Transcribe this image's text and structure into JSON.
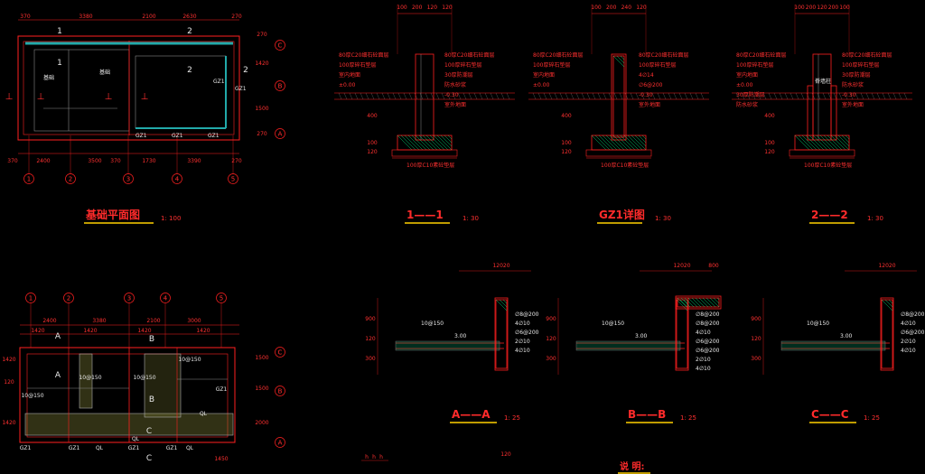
{
  "colors": {
    "background": "#000000",
    "line": "#ff2020",
    "accent_wall": "#22aaaa",
    "underline": "#ffd000",
    "text": "#ff3030",
    "hatch": "#00ff88"
  },
  "plan_top": {
    "title": "基础平面图",
    "scale": "1: 100",
    "top_dims": [
      "370",
      "3380",
      "2100",
      "2630",
      "270"
    ],
    "bottom_dims": [
      "370",
      "2400",
      "3500",
      "370",
      "1730",
      "3390",
      "270"
    ],
    "axes_bottom": [
      "1",
      "2",
      "3",
      "4",
      "5"
    ],
    "axes_right": [
      "C",
      "B",
      "A"
    ],
    "right_dims": [
      "270",
      "1420",
      "1500",
      "270"
    ],
    "labels": [
      "基础",
      "基础",
      "GZ1",
      "GZ1",
      "GZ1",
      "GZ1",
      "GZ1"
    ],
    "section_marks": [
      "1",
      "1",
      "2",
      "2",
      "2"
    ]
  },
  "sec11": {
    "title": "1——1",
    "scale": "1: 30",
    "notes_left": [
      "80厚C20细石砼面层",
      "100厚碎石垫层",
      "室内地面",
      "±0.00"
    ],
    "notes_right": [
      "80厚C20细石砼面层",
      "100厚碎石垫层",
      "30厚防潮层",
      "防水砂浆",
      "-0.30",
      "室外地面"
    ],
    "bottom_note": "100厚C10素砼垫层",
    "top_dims": [
      "100",
      "200",
      "120",
      "120"
    ]
  },
  "gz1": {
    "title": "GZ1详图",
    "scale": "1: 30",
    "notes_left": [
      "80厚C20细石砼面层",
      "100厚碎石垫层",
      "室内地面",
      "±0.00"
    ],
    "notes_right": [
      "80厚C20细石砼面层",
      "100厚碎石垫层",
      "4∅14",
      "∅6@200",
      "-0.30",
      "室外地面"
    ],
    "bottom_note": "100厚C10素砼垫层",
    "top_dims": [
      "100",
      "200",
      "240",
      "120"
    ]
  },
  "sec22": {
    "title": "2——2",
    "scale": "1: 30",
    "notes_left": [
      "80厚C20细石砼面层",
      "100厚碎石垫层",
      "室内地面",
      "±0.00",
      "30厚防潮层",
      "防水砂浆"
    ],
    "notes_right": [
      "80厚C20细石砼面层",
      "100厚碎石垫层",
      "30厚防潮层",
      "防水砂浆",
      "-0.30",
      "室外地面"
    ],
    "center_note": "脊墙柱",
    "bottom_note": "100厚C10素砼垫层",
    "top_dims": [
      "100",
      "200",
      "120",
      "200",
      "100"
    ]
  },
  "plan_bottom": {
    "axes_top": [
      "1",
      "2",
      "3",
      "4",
      "5"
    ],
    "axes_right": [
      "C",
      "B",
      "A"
    ],
    "top_dims": [
      "2400",
      "3380",
      "2100",
      "3000"
    ],
    "sub_dims": [
      "1420",
      "1420",
      "1420",
      "1420"
    ],
    "left_dims": [
      "1420",
      "120",
      "1420"
    ],
    "right_dims": [
      "1500",
      "1500",
      "2000"
    ],
    "bottom_dim": "1450",
    "labels": [
      "A",
      "A",
      "B",
      "B",
      "C",
      "C",
      "GZ1",
      "GZ1",
      "GZ1",
      "GZ1",
      "GZ1",
      "10@150",
      "10@150",
      "10@150",
      "10@150",
      "QL",
      "QL",
      "QL",
      "QL"
    ]
  },
  "secAA": {
    "title": "A——A",
    "scale": "1: 25",
    "top_dim": "12020",
    "left_dims": [
      "900",
      "120",
      "300"
    ],
    "notes": [
      "∅8@200",
      "4∅10",
      "∅6@200",
      "2∅10",
      "4∅10"
    ],
    "slab": [
      "10@150",
      "3.00"
    ]
  },
  "secBB": {
    "title": "B——B",
    "scale": "1: 25",
    "top_dims": [
      "12020",
      "800"
    ],
    "left_dims": [
      "900",
      "120",
      "300"
    ],
    "notes": [
      "∅8@200",
      "∅8@200",
      "4∅10",
      "∅6@200",
      "∅6@200",
      "2∅10",
      "4∅10"
    ],
    "slab": [
      "10@150",
      "3.00"
    ]
  },
  "secCC": {
    "title": "C——C",
    "scale": "1: 25",
    "top_dim": "12020",
    "left_dims": [
      "900",
      "120",
      "300"
    ],
    "notes": [
      "∅8@200",
      "4∅10",
      "∅6@200",
      "2∅10",
      "4∅10"
    ],
    "slab": [
      "10@150",
      "3.00"
    ]
  },
  "notes_title": "说 明:",
  "bottom_dims": [
    "120",
    "h",
    "h",
    "h"
  ]
}
